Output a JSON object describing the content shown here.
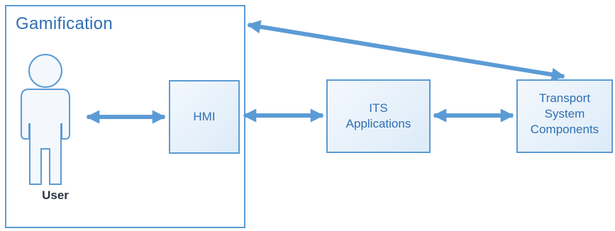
{
  "title": "Gamification",
  "nodes": {
    "user": "User",
    "hmi": "HMI",
    "its": "ITS\nApplications",
    "transport": "Transport\nSystem\nComponents"
  },
  "colors": {
    "box_border": "#5b9bd5",
    "arrow": "#5b9bd5",
    "text": "#2f6fb3"
  },
  "icons": [
    "person-icon"
  ]
}
